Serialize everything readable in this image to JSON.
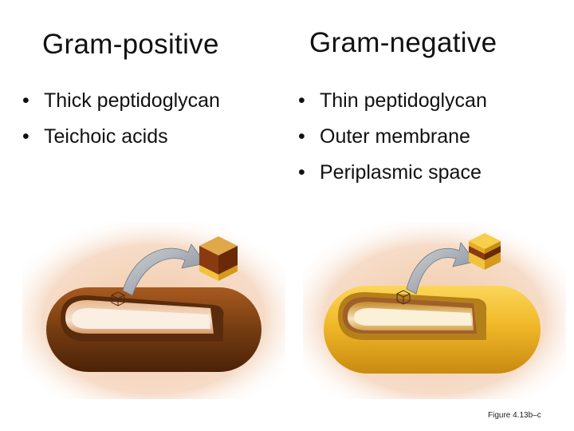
{
  "left": {
    "title": "Gram-positive",
    "bullets": [
      "Thick peptidoglycan",
      "Teichoic acids"
    ]
  },
  "right": {
    "title": "Gram-negative",
    "bullets": [
      "Thin peptidoglycan",
      "Outer membrane",
      "Periplasmic space"
    ]
  },
  "caption": "Figure 4.13b–c",
  "colors": {
    "gram_positive_body": "#7a3f12",
    "gram_negative_body": "#f0b828",
    "halo": "#f1cfb4",
    "arrow": "#8a9099"
  }
}
